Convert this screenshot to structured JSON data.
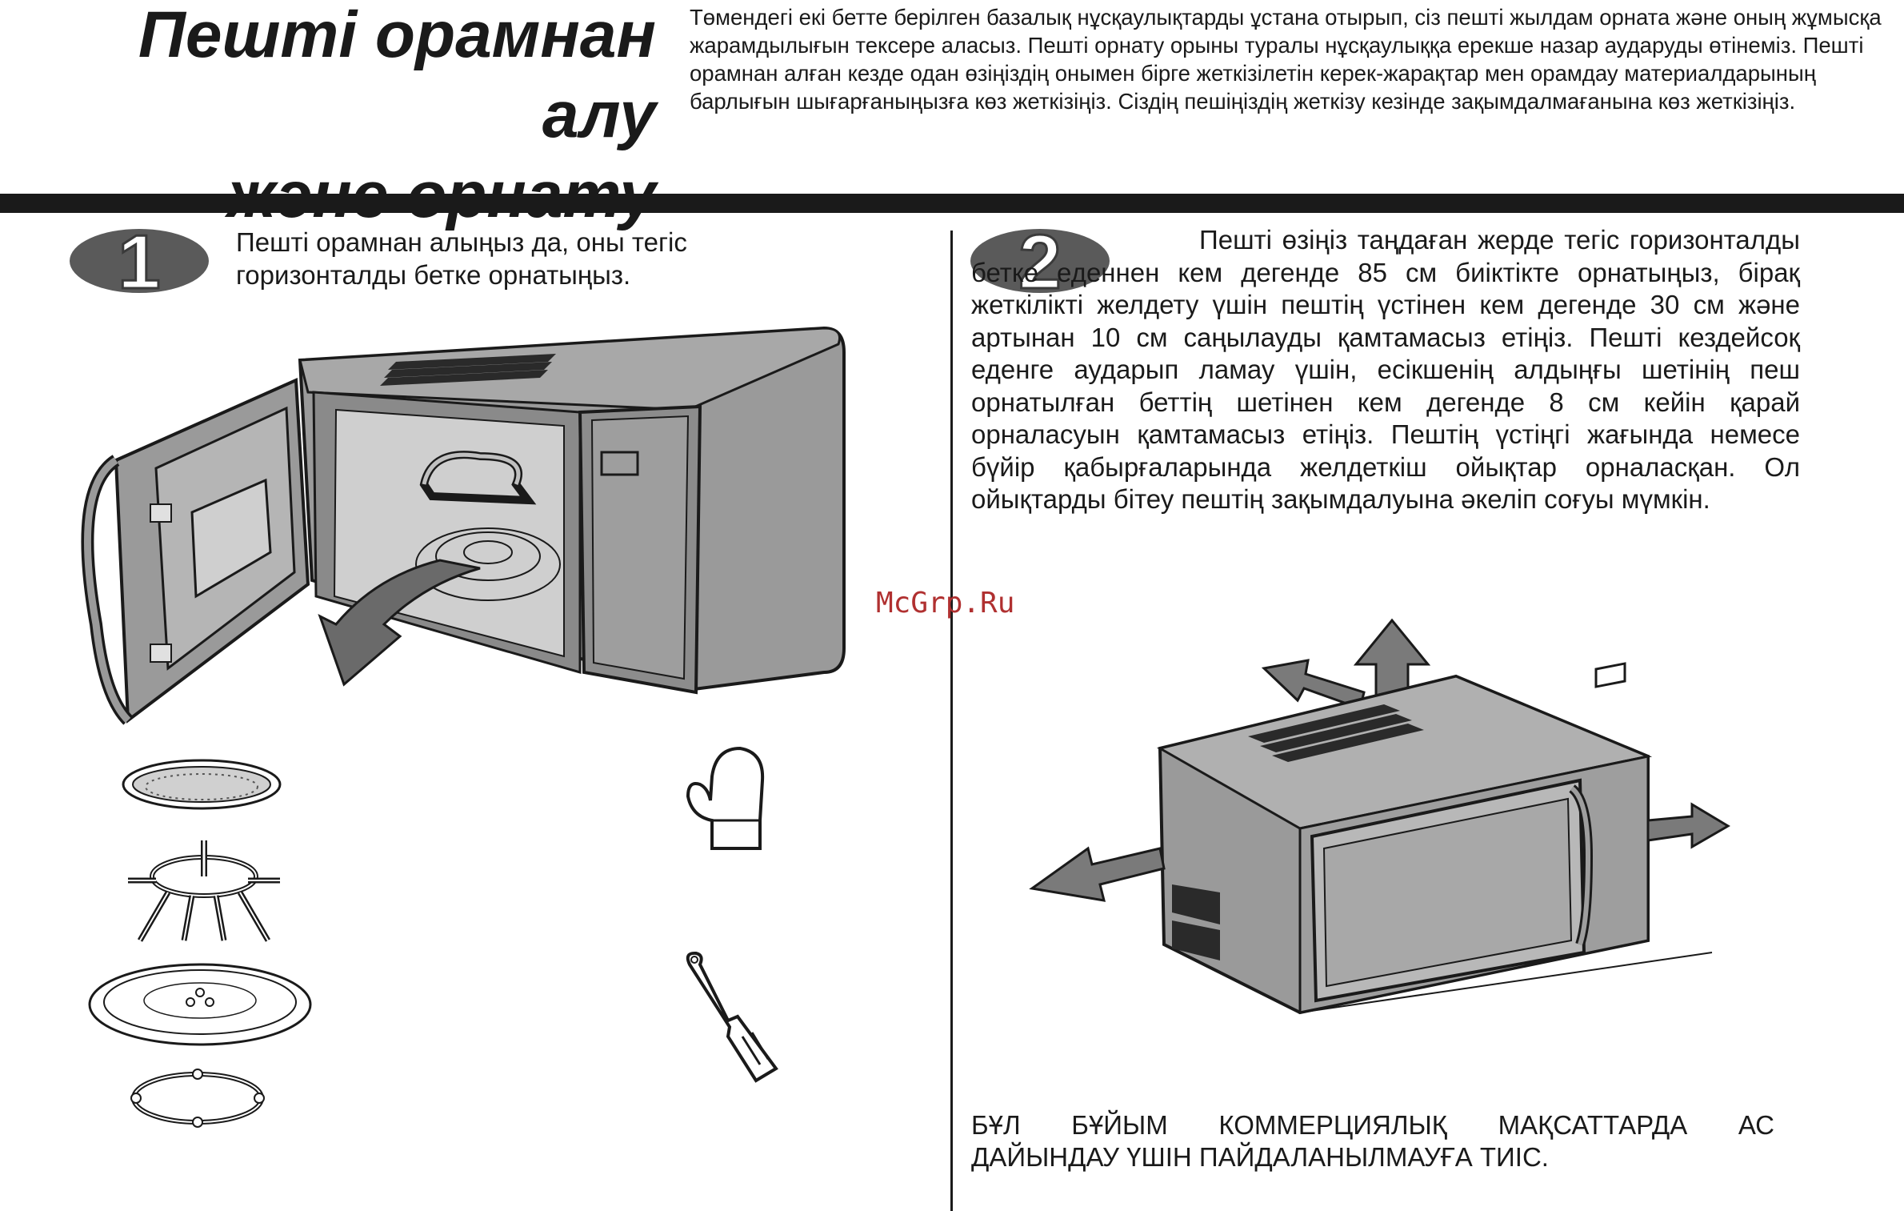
{
  "title": {
    "line1": "Пешті орамнан алу",
    "line2": "және орнату"
  },
  "intro": "Төмендегі екі бетте берілген базалық нұсқаулықтарды ұстана отырып, сіз пешті жылдам орната және оның жұмысқа жарамдылығын тексере аласыз. Пешті орнату орыны туралы нұсқаулыққа ерекше назар аударуды өтінеміз. Пешті орамнан алған кезде одан өзіңіздің онымен бірге жеткізілетін керек-жарақтар мен орамдау материалдарының барлығын шығарғаныңызға көз жеткізіңіз. Сіздің пешіңіздің жеткізу кезінде зақымдалмағанына көз жеткізіңіз.",
  "step1": {
    "number": "1",
    "text": "Пешті орамнан алыңыз да, оны тегіс горизонталды бетке орнатыңыз."
  },
  "step2": {
    "number": "2",
    "text": "Пешті өзіңіз таңдаған жерде тегіс горизонталды бетке еденнен кем дегенде 85 см биіктікте орнатыңыз, бірақ жеткілікті желдету үшін пештің үстінен кем дегенде 30 см және артынан 10 см саңылауды қамтамасыз етіңіз. Пешті кездейсоқ еденге аударып ламау үшін, есікшенің алдыңғы шетінің пеш орнатылған беттің шетінен кем дегенде 8 см кейін қарай орналасуын қамтамасыз етіңіз. Пештің үстіңгі жағында немесе бүйір қабырғаларында желдеткіш ойықтар орналасқан. Ол ойықтарды бітеу пештің зақымдалуына әкеліп соғуы мүмкін."
  },
  "watermark": "McGrp.Ru",
  "warning": {
    "line1": "БҰЛ БҰЙЫМ КОММЕРЦИЯЛЫҚ МАҚСАТТАРДА АС",
    "line2": "ДАЙЫНДАУ ҮШІН ПАЙДАЛАНЫЛМАУҒА ТИІС."
  },
  "colors": {
    "ink": "#1a1a1a",
    "body_gray": "#9a9a9a",
    "dark_gray": "#5a5a5a",
    "light_gray": "#d8d8d8",
    "watermark": "#b03030"
  }
}
